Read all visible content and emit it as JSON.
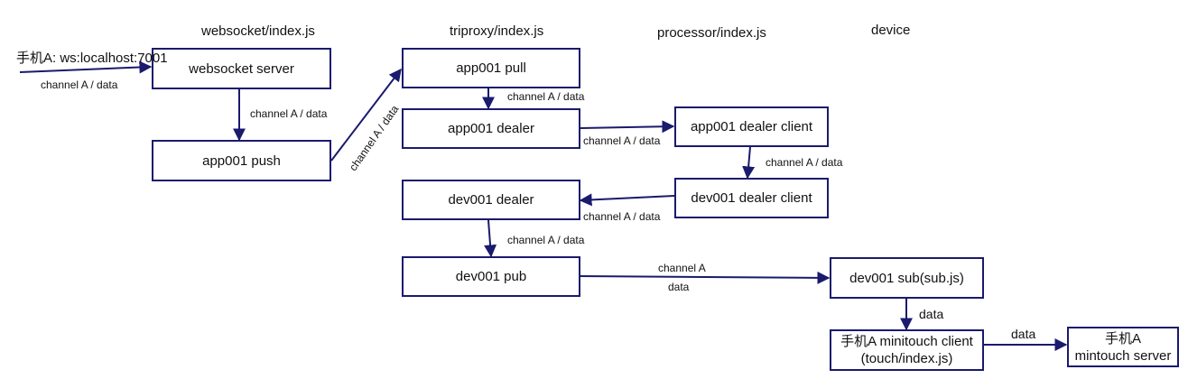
{
  "columns": {
    "websocket": "websocket/index.js",
    "triproxy": "triproxy/index.js",
    "processor": "processor/index.js",
    "device": "device"
  },
  "nodes": {
    "websocket_server": "websocket server",
    "app001_push": "app001 push",
    "app001_pull": "app001 pull",
    "app001_dealer": "app001 dealer",
    "app001_dealer_client": "app001 dealer client",
    "dev001_dealer_client": "dev001 dealer client",
    "dev001_dealer": "dev001 dealer",
    "dev001_pub": "dev001 pub",
    "dev001_sub": "dev001 sub(sub.js)",
    "minitouch_client": "手机A minitouch client\n(touch/index.js)",
    "minitouch_server": "手机A\nmintouch server"
  },
  "labels": {
    "ws_url": "手机A:  ws:localhost:7001",
    "in_channel": "channel A / data",
    "server_to_push": "channel A / data",
    "push_to_pull": "channel A / data",
    "pull_to_dealer": "channel A / data",
    "dealer_to_client": "channel A / data",
    "client_to_devclient": "channel A / data",
    "devclient_to_devdealer": "channel A / data",
    "devdealer_to_pub": "channel A / data",
    "pub_channel": "channel A",
    "pub_data": "data",
    "sub_to_client": "data",
    "client_to_server": "data"
  },
  "colors": {
    "stroke": "#1a1a6e",
    "text": "#111111"
  }
}
